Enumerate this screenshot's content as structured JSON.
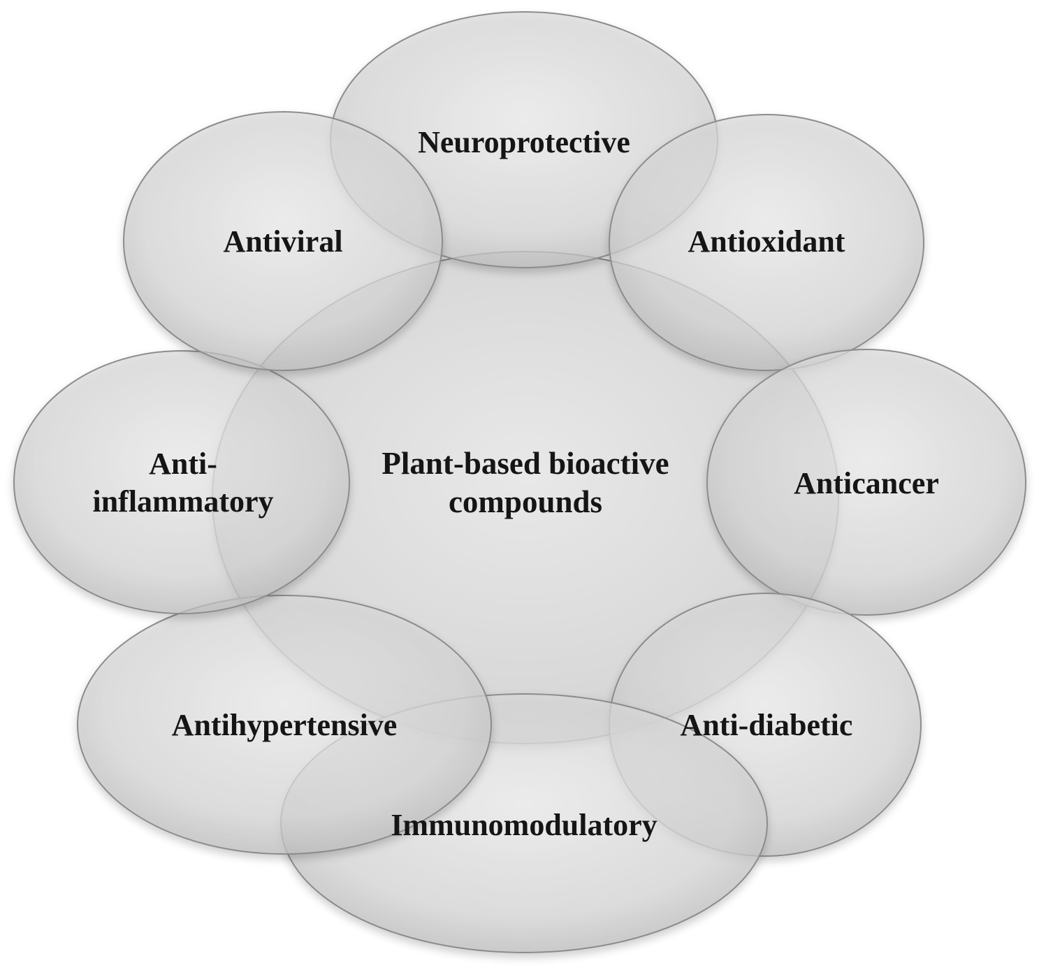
{
  "center": {
    "line1": "Plant-based bioactive",
    "line2": "compounds"
  },
  "activities": [
    {
      "id": "neuroprotective",
      "lines": [
        "Neuroprotective"
      ]
    },
    {
      "id": "antioxidant",
      "lines": [
        "Antioxidant"
      ]
    },
    {
      "id": "anticancer",
      "lines": [
        "Anticancer"
      ]
    },
    {
      "id": "anti-diabetic",
      "lines": [
        "Anti-diabetic"
      ]
    },
    {
      "id": "immunomodulatory",
      "lines": [
        "Immunomodulatory"
      ]
    },
    {
      "id": "antihypertensive",
      "lines": [
        "Antihypertensive"
      ]
    },
    {
      "id": "anti-inflammatory",
      "lines": [
        "Anti-",
        "inflammatory"
      ]
    },
    {
      "id": "antiviral",
      "lines": [
        "Antiviral"
      ]
    }
  ],
  "colors": {
    "fill_light": "#e4e4e4",
    "fill_dark": "#bdbdbd",
    "outline": "#8c8c8c",
    "text": "#151515"
  }
}
